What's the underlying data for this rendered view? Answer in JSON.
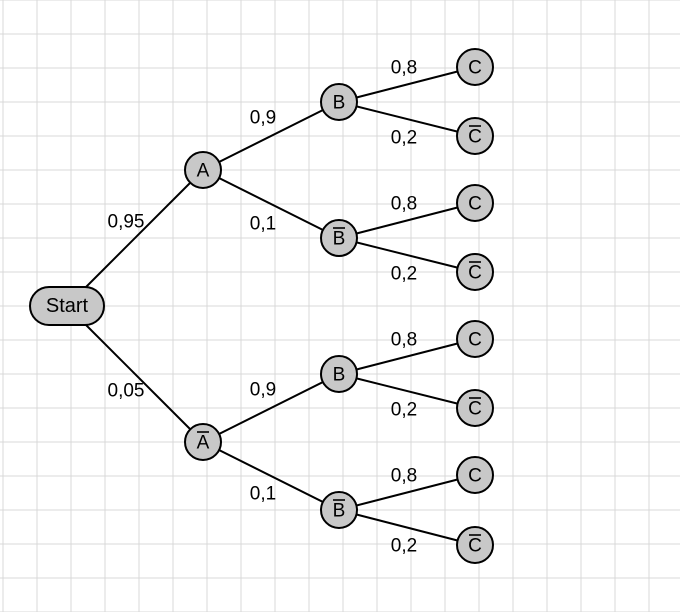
{
  "tree": {
    "root": {
      "label": "Start"
    },
    "level1": [
      {
        "label": "A",
        "overline": false,
        "prob": "0,95"
      },
      {
        "label": "A",
        "overline": true,
        "prob": "0,05"
      }
    ],
    "level2": [
      {
        "label": "B",
        "overline": false,
        "prob": "0,9"
      },
      {
        "label": "B",
        "overline": true,
        "prob": "0,1"
      },
      {
        "label": "B",
        "overline": false,
        "prob": "0,9"
      },
      {
        "label": "B",
        "overline": true,
        "prob": "0,1"
      }
    ],
    "level3": [
      {
        "label": "C",
        "overline": false,
        "prob": "0,8"
      },
      {
        "label": "C",
        "overline": true,
        "prob": "0,2"
      },
      {
        "label": "C",
        "overline": false,
        "prob": "0,8"
      },
      {
        "label": "C",
        "overline": true,
        "prob": "0,2"
      },
      {
        "label": "C",
        "overline": false,
        "prob": "0,8"
      },
      {
        "label": "C",
        "overline": true,
        "prob": "0,2"
      },
      {
        "label": "C",
        "overline": false,
        "prob": "0,8"
      },
      {
        "label": "C",
        "overline": true,
        "prob": "0,2"
      }
    ]
  },
  "colors": {
    "node_fill": "#c8c8c8",
    "stroke": "#000000",
    "grid": "#d9d9d9",
    "background": "#ffffff"
  }
}
